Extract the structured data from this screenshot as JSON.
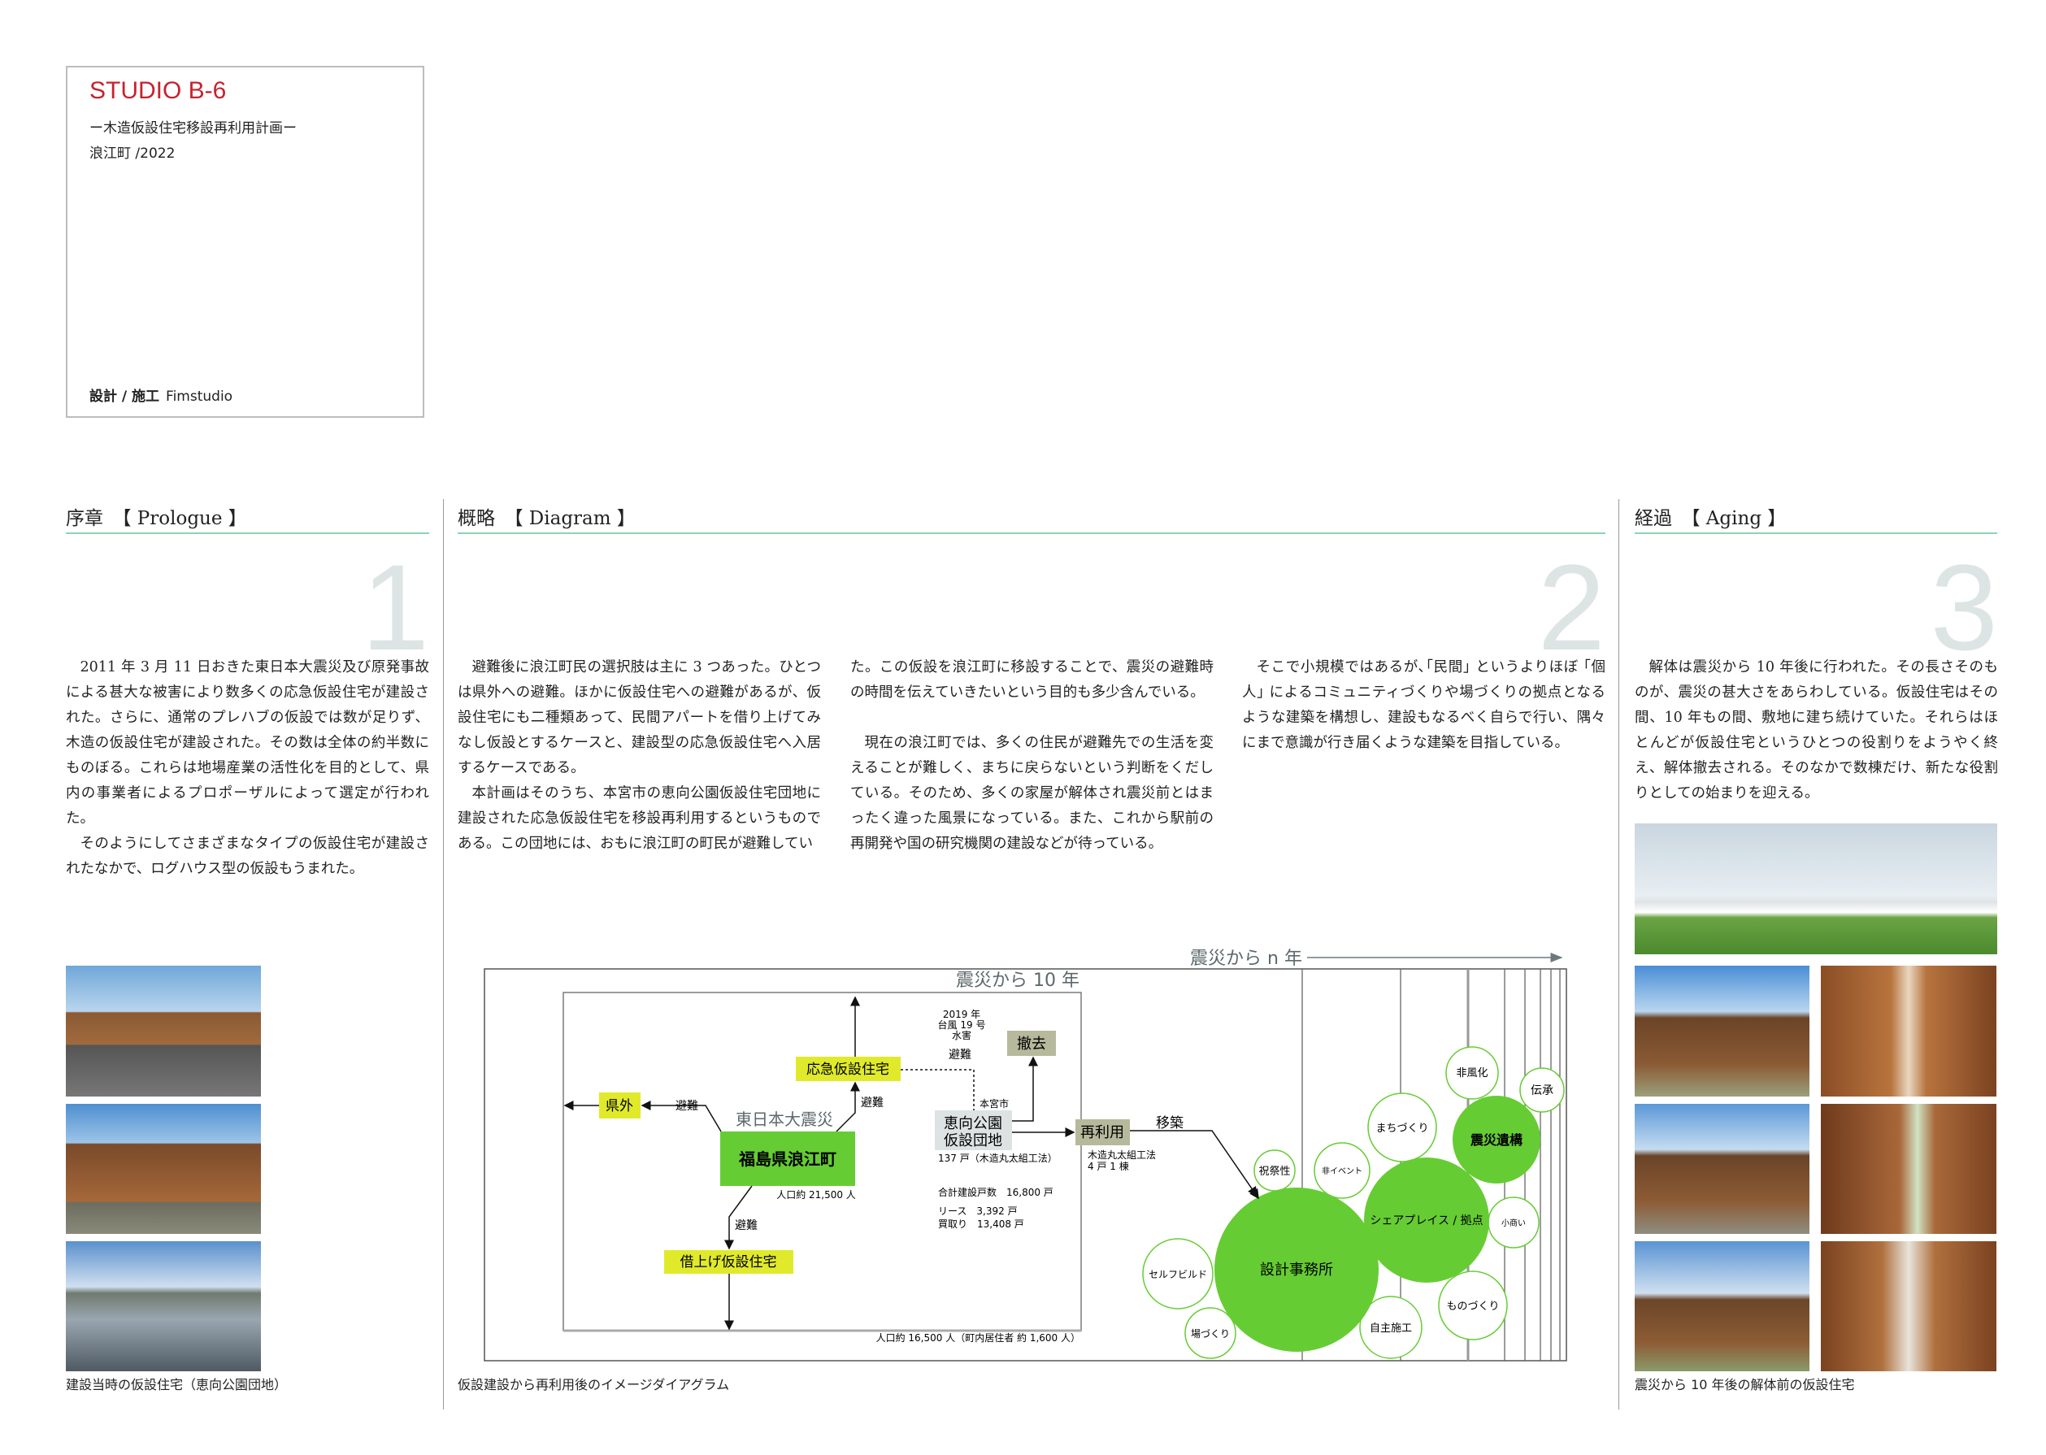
{
  "header": {
    "studio": "STUDIO B-6",
    "subtitle": "ー木造仮設住宅移設再利用計画ー",
    "place_year": "浪江町 /2022",
    "credit_label": "設計 / 施工",
    "credit_name": "Fimstudio"
  },
  "sections": [
    {
      "title": "序章　【 Prologue 】",
      "number": "1"
    },
    {
      "title": "概略　【 Diagram 】",
      "number": "2"
    },
    {
      "title": "経過　【 Aging 】",
      "number": "3"
    }
  ],
  "prologue": {
    "paragraphs": [
      "2011 年 3 月 11 日おきた東日本大震災及び原発事故による甚大な被害により数多くの応急仮設住宅が建設された。さらに、通常のプレハブの仮設では数が足りず、木造の仮設住宅が建設された。その数は全体の約半数にものぼる。これらは地場産業の活性化を目的として、県内の事業者によるプロポーザルによって選定が行われた。",
      "そのようにしてさまざまなタイプの仮設住宅が建設されたなかで、ログハウス型の仮設もうまれた。"
    ],
    "caption": "建設当時の仮設住宅（恵向公園団地）"
  },
  "diagram_text": {
    "col1": [
      "避難後に浪江町民の選択肢は主に 3 つあった。ひとつは県外への避難。ほかに仮設住宅への避難があるが、仮設住宅にも二種類あって、民間アパートを借り上げてみなし仮設とするケースと、建設型の応急仮設住宅へ入居するケースである。",
      "本計画はそのうち、本宮市の恵向公園仮設住宅団地に建設された応急仮設住宅を移設再利用するというものである。この団地には、おもに浪江町の町民が避難してい"
    ],
    "col2": [
      "た。この仮設を浪江町に移設することで、震災の避難時の時間を伝えていきたいという目的も多少含んでいる。",
      "現在の浪江町では、多くの住民が避難先での生活を変えることが難しく、まちに戻らないという判断をくだしている。そのため、多くの家屋が解体され震災前とはまったく違った風景になっている。また、これから駅前の再開発や国の研究機関の建設などが待っている。"
    ],
    "col3": [
      "そこで小規模ではあるが､｢民間｣ というよりほぼ ｢個人｣ によるコミュニティづくりや場づくりの拠点となるような建築を構想し、建設もなるべく自らで行い、隅々にまで意識が行き届くような建築を目指している。"
    ]
  },
  "diagram": {
    "period_10": "震災から 10 年",
    "period_n": "震災から n 年",
    "disaster": "東日本大震災",
    "town": "福島県浪江町",
    "population_before": "人口約 21,500 人",
    "population_after": "人口約 16,500 人（町内居住者 約 1,600 人）",
    "evacuate": "避難",
    "outside_pref": "県外",
    "emergency_housing": "応急仮設住宅",
    "rented_housing": "借上げ仮設住宅",
    "typhoon": [
      "2019 年",
      "台風 19 号",
      "水害"
    ],
    "removal": "撤去",
    "motomiya": "本宮市",
    "complex": [
      "恵向公園",
      "仮設団地"
    ],
    "complex_units": "137 戸（木造丸太組工法）",
    "total_units": "合計建設戸数　16,800 戸",
    "lease": "リース　3,392 戸",
    "purchase": "買取り　13,408 戸",
    "reuse": "再利用",
    "reuse_method": [
      "木造丸太組工法",
      "4 戸 1 棟"
    ],
    "relocate": "移築",
    "bubbles_filled": [
      "設計事務所",
      "シェアプレイス / 拠点",
      "震災遺構"
    ],
    "bubbles_outline": [
      "非風化",
      "伝承",
      "まちづくり",
      "非イベント",
      "祝祭性",
      "小商い",
      "ものづくり",
      "自主施工",
      "セルフビルド",
      "場づくり"
    ],
    "caption": "仮設建設から再利用後のイメージダイアグラム",
    "colors": {
      "green": "#66cc33",
      "yellow": "#e0ea2a",
      "removal": "#b6b99b",
      "complex": "#dde3e3",
      "gray_text": "#5d686b"
    }
  },
  "aging": {
    "paragraphs": [
      "解体は震災から 10 年後に行われた。その長さそのものが、震災の甚大さをあらわしている。仮設住宅はその間、10 年もの間、敷地に建ち続けていた。それらはほとんどが仮設住宅というひとつの役割りをようやく終え、解体撤去される。そのなかで数棟だけ、新たな役割りとしての始まりを迎える。"
    ],
    "caption": "震災から 10 年後の解体前の仮設住宅"
  },
  "colors": {
    "accent_red": "#c4242f",
    "section_line": "#8fd2b4",
    "big_number": "#dde5e4"
  }
}
